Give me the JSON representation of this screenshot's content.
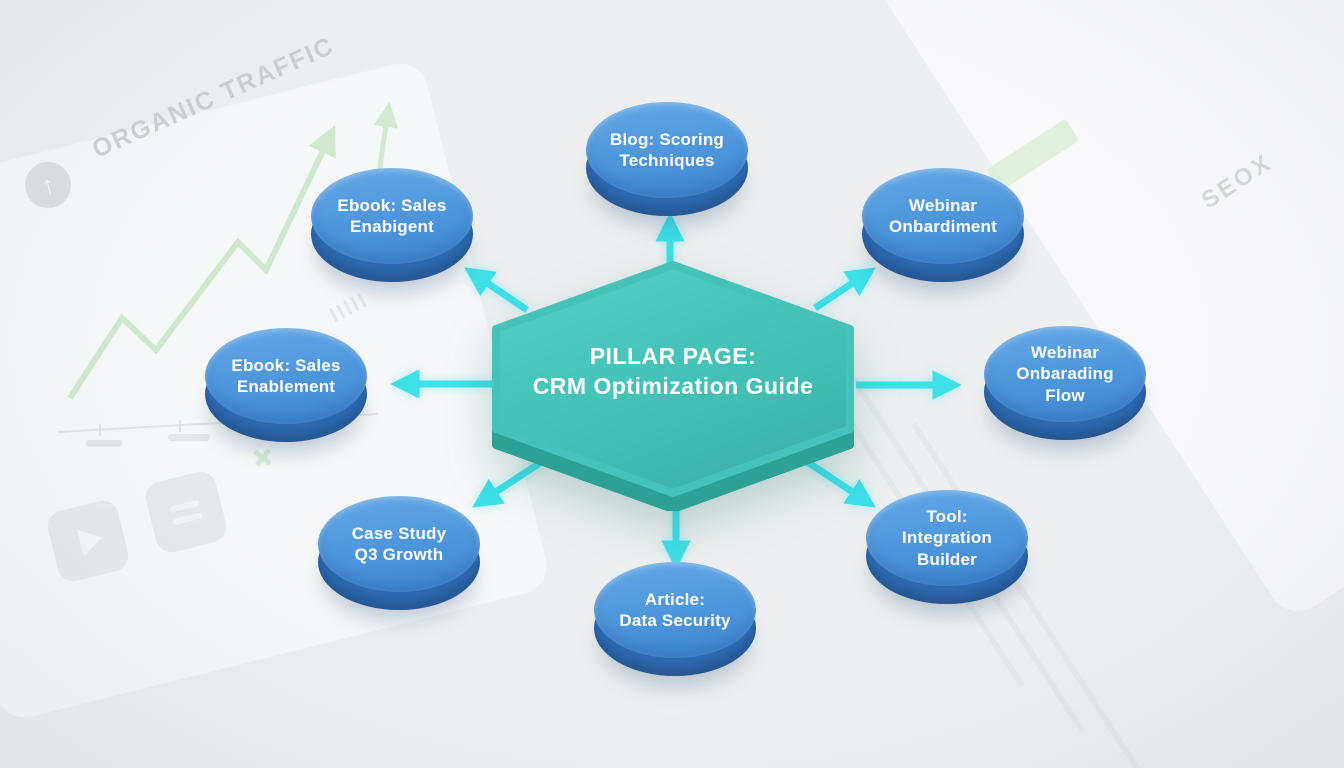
{
  "center_node": {
    "label": "PILLAR PAGE:\nCRM Optimization Guide",
    "shape": "hexagon"
  },
  "spoke_nodes": [
    {
      "label": "Blog: Scoring\nTechniques",
      "position": "top"
    },
    {
      "label": "Webinar\nOnbardiment",
      "position": "top-right"
    },
    {
      "label": "Webinar\nOnbarading\nFlow",
      "position": "right"
    },
    {
      "label": "Tool:\nIntegration\nBuilder",
      "position": "bottom-right"
    },
    {
      "label": "Article:\nData Security",
      "position": "bottom"
    },
    {
      "label": "Case Study\nQ3 Growth",
      "position": "bottom-left"
    },
    {
      "label": "Ebook: Sales\nEnablement",
      "position": "left"
    },
    {
      "label": "Ebook: Sales\nEnabigent",
      "position": "top-left"
    }
  ],
  "background_decor": {
    "left_card_title": "ORGANIC TRAFFIC",
    "right_card_title": "SEOX",
    "icons": [
      "arrow-up-circle-icon",
      "trend-arrow-icon",
      "play-icon",
      "list-icon"
    ]
  },
  "colors": {
    "background": "#edeff0",
    "node_top": "#4b93da",
    "node_top_light": "#5fa6e6",
    "node_side": "#2d6ab2",
    "arrow": "#3ddfe8",
    "hex_top": "#45c3b8",
    "hex_top_light": "#55cfc4",
    "hex_side": "#2da195",
    "decor_green": "#c9e7c6",
    "decor_gray": "#c6c9cc",
    "text_white": "#ffffff"
  }
}
